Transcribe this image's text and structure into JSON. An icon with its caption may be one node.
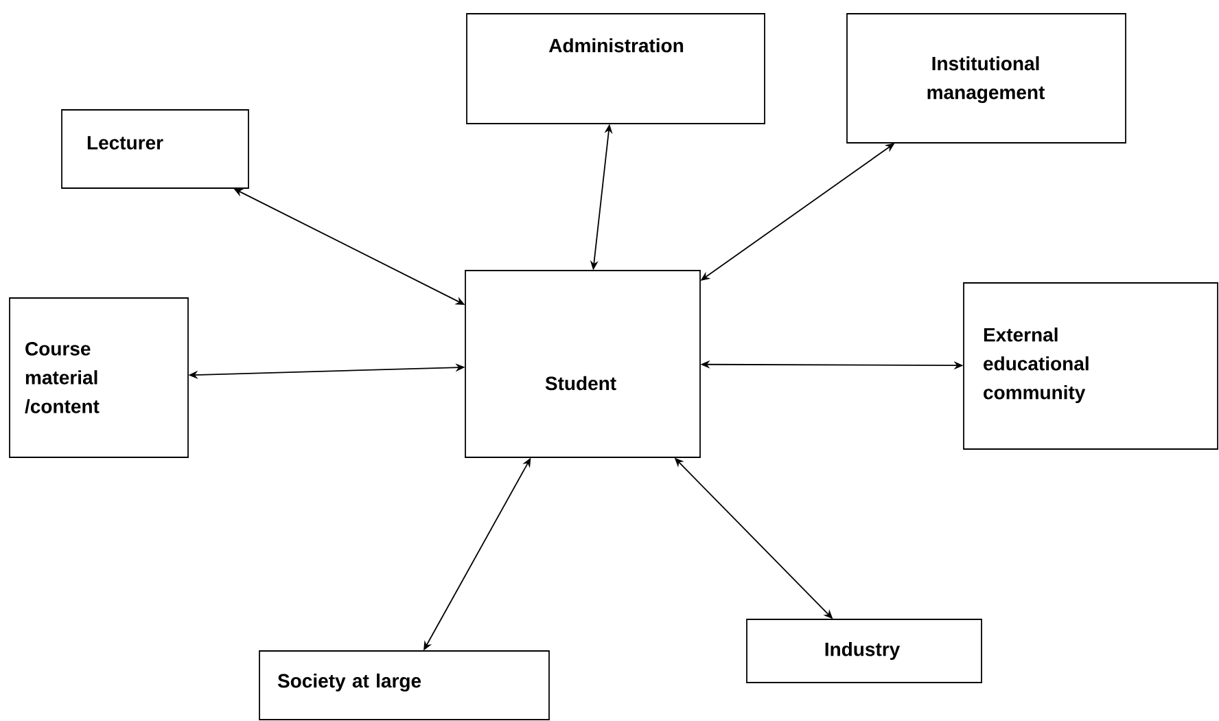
{
  "diagram": {
    "nodes": [
      {
        "text": [
          "Administration"
        ]
      },
      {
        "text": [
          "Institutional management"
        ]
      },
      {
        "text": [
          "Lecturer"
        ]
      },
      {
        "text": [
          "Course material /content"
        ]
      },
      {
        "text": [
          "Student"
        ]
      },
      {
        "text": [
          "External educational community"
        ]
      },
      {
        "text": [
          "Industry"
        ]
      },
      {
        "text": [
          "Society at large"
        ]
      }
    ],
    "edges": [
      {
        "from": 4,
        "to": 2,
        "arrow": "both"
      },
      {
        "from": 4,
        "to": 0,
        "arrow": "both"
      },
      {
        "from": 4,
        "to": 1,
        "arrow": "both"
      },
      {
        "from": 4,
        "to": 3,
        "arrow": "both"
      },
      {
        "from": 4,
        "to": 5,
        "arrow": "both"
      },
      {
        "from": 4,
        "to": 7,
        "arrow": "both"
      },
      {
        "from": 4,
        "to": 6,
        "arrow": "both"
      }
    ]
  }
}
